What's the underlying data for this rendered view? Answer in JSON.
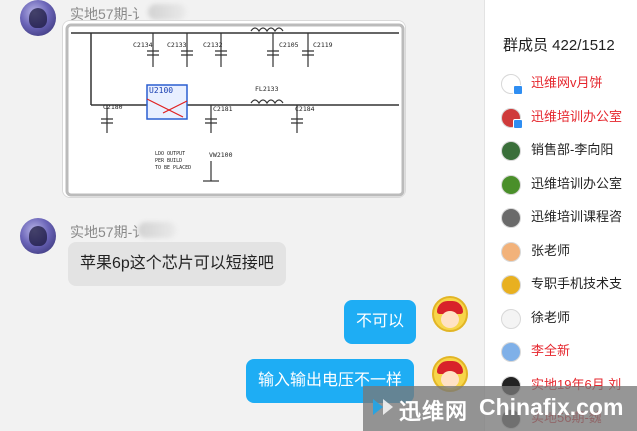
{
  "chat": {
    "messages": [
      {
        "sender": "实地57期-讠",
        "type": "image",
        "image_caption": {
          "ic_label": "U2100",
          "comps": [
            "C2134",
            "C2133",
            "C2132",
            "C2105",
            "C2119",
            "FL2133",
            "C2180",
            "C2181",
            "C2184",
            "VW2100"
          ]
        }
      },
      {
        "sender": "实地57期-讠",
        "type": "text",
        "text": "苹果6p这个芯片可以短接吧"
      },
      {
        "sender": "",
        "type": "text",
        "text": "不可以"
      },
      {
        "sender": "",
        "type": "text",
        "text": "输入输出电压不一样"
      }
    ]
  },
  "members": {
    "title": "群成员 422/1512",
    "list": [
      {
        "name": "迅维网v月饼",
        "red": true,
        "color": "#ffffff"
      },
      {
        "name": "迅维培训办公室",
        "red": true,
        "color": "#cf3a3a"
      },
      {
        "name": "销售部-李向阳",
        "red": false,
        "color": "#3a6f3a"
      },
      {
        "name": "迅维培训办公室",
        "red": false,
        "color": "#4a8f2a"
      },
      {
        "name": "迅维培训课程咨",
        "red": false,
        "color": "#6a6a6a"
      },
      {
        "name": "张老师",
        "red": false,
        "color": "#f2b27a"
      },
      {
        "name": "专职手机技术支",
        "red": false,
        "color": "#e8b020"
      },
      {
        "name": "徐老师",
        "red": false,
        "color": "#f4f4f4"
      },
      {
        "name": "李全新",
        "red": true,
        "color": "#7fb0e8"
      },
      {
        "name": "实地19年6月 刘",
        "red": true,
        "color": "#222222"
      },
      {
        "name": "实地56期-魏",
        "red": true,
        "color": "#555555"
      }
    ]
  },
  "watermark": {
    "cn": "迅维网",
    "en": "Chinafix.com"
  },
  "colors": {
    "bubble_right": "#1eadf4",
    "bubble_left": "#e3e3e3",
    "red_name": "#e5262d"
  }
}
